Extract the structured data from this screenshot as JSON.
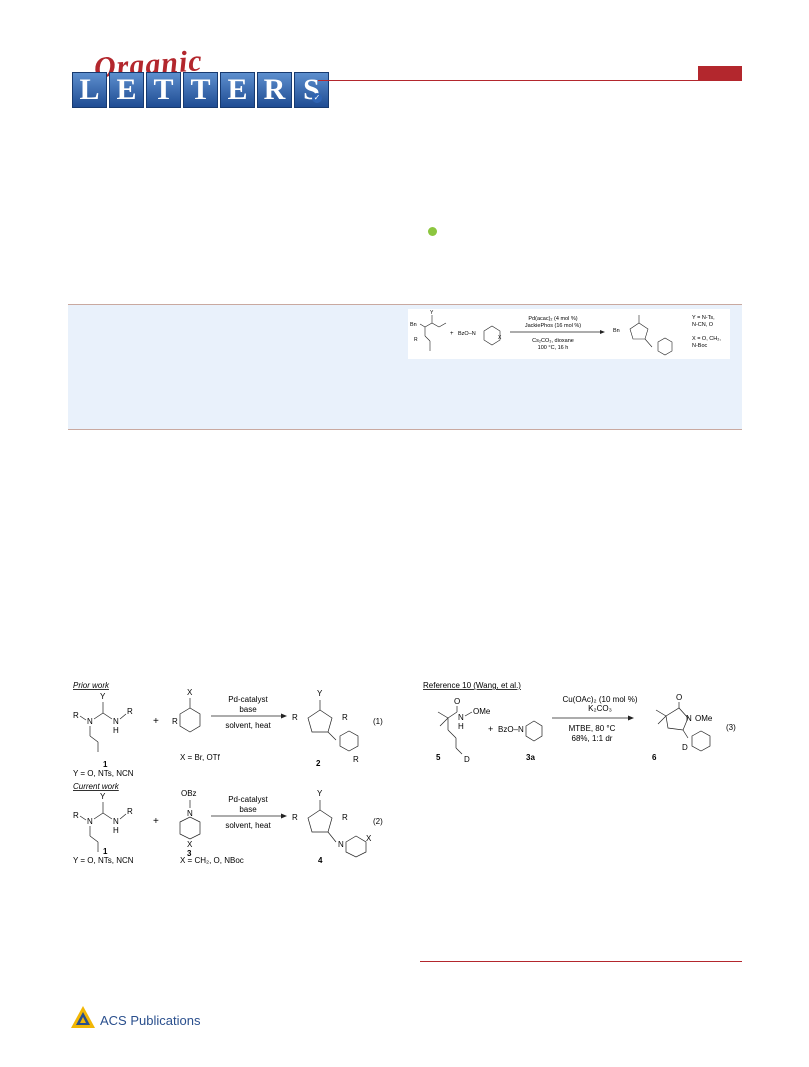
{
  "journal": {
    "logo_top": "Organic",
    "logo_bottom": [
      "L",
      "E",
      "T",
      "T",
      "E",
      "R",
      "S"
    ]
  },
  "toc": {
    "reagent": "BzO–N",
    "cond_top1": "Pd(acac)₂ (4 mol %)",
    "cond_top2": "JackiePhos (16 mol %)",
    "cond_bot1": "Cs₂CO₃, dioxane",
    "cond_bot2": "100 °C, 16 h",
    "y_note1": "Y = N-Ts,",
    "y_note2": "N-CN, O",
    "x_note1": "X = O, CH₂,",
    "x_note2": "N-Boc",
    "bn1": "Bn",
    "bn2": "Bn",
    "r": "R",
    "x": "X",
    "y": "Y"
  },
  "scheme_left": {
    "prior_heading": "Prior work",
    "current_heading": "Current work",
    "cond1_top": "Pd-catalyst",
    "cond1_mid": "base",
    "cond1_bot": "solvent, heat",
    "cond2_top": "Pd-catalyst",
    "cond2_mid": "base",
    "cond2_bot": "solvent, heat",
    "eq1": "(1)",
    "eq2": "(2)",
    "cmp1": "1",
    "cmp2": "2",
    "cmp1b": "1",
    "cmp3": "3",
    "cmp4": "4",
    "y_label1": "Y = O, NTs, NCN",
    "x_label1": "X = Br, OTf",
    "y_label2": "Y = O, NTs, NCN",
    "x_label2": "X = CH₂, O, NBoc",
    "obz": "OBz",
    "plus": "+",
    "r": "R",
    "x": "X",
    "y": "Y",
    "n": "N",
    "h": "H"
  },
  "scheme_right": {
    "heading": "Reference 10 (Wang, et al.)",
    "cond_top1": "Cu(OAc)₂ (10 mol %)",
    "cond_top2": "K₂CO₃",
    "cond_bot1": "MTBE, 80 °C",
    "cond_bot2": "68%, 1:1 dr",
    "eq3": "(3)",
    "cmp5": "5",
    "cmp3a": "3a",
    "cmp6": "6",
    "ome1": "OMe",
    "ome2": "OMe",
    "bzo": "BzO–N",
    "d1": "D",
    "d2": "D",
    "o": "O",
    "n": "N",
    "h": "H",
    "plus": "+"
  },
  "footer": {
    "publisher": "ACS Publications"
  }
}
